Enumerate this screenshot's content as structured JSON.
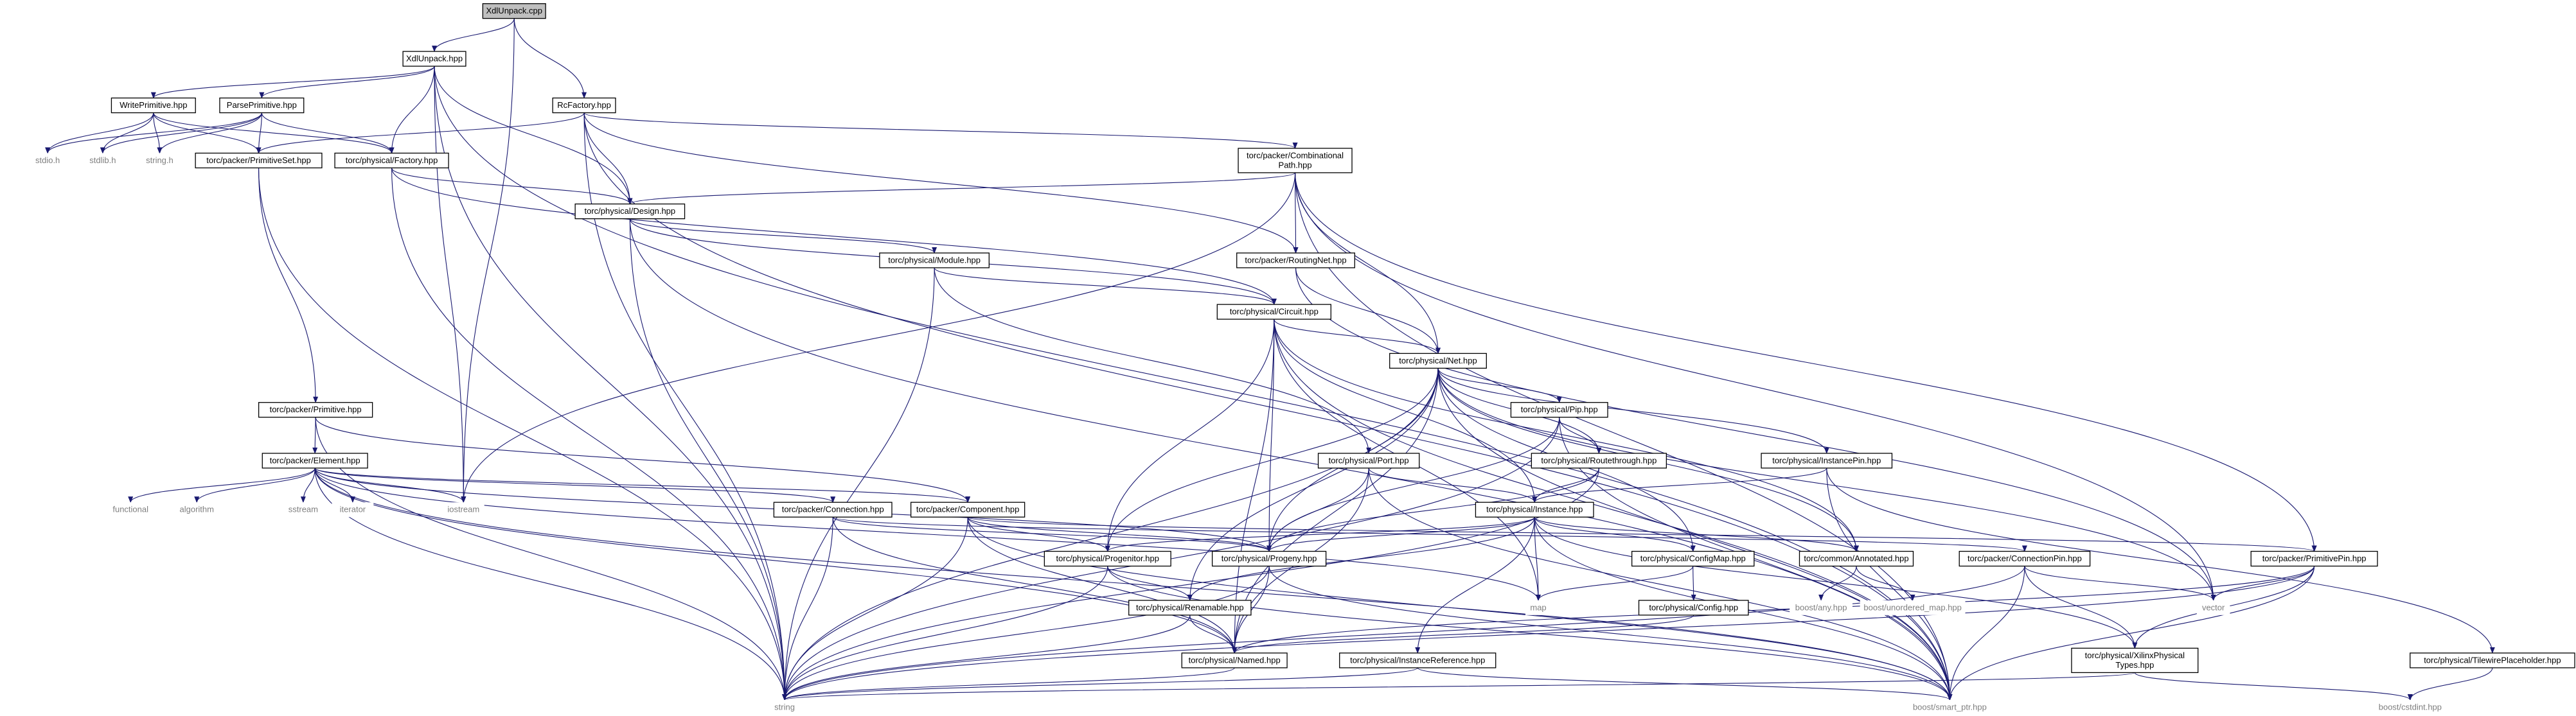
{
  "nodes": [
    {
      "id": "xdlunpack_cpp",
      "label": [
        "XdlUnpack.cpp"
      ],
      "kind": "root"
    },
    {
      "id": "xdlunpack_hpp",
      "label": [
        "XdlUnpack.hpp"
      ],
      "kind": "box"
    },
    {
      "id": "write_primitive",
      "label": [
        "WritePrimitive.hpp"
      ],
      "kind": "box"
    },
    {
      "id": "parse_primitive",
      "label": [
        "ParsePrimitive.hpp"
      ],
      "kind": "box"
    },
    {
      "id": "rc_factory",
      "label": [
        "RcFactory.hpp"
      ],
      "kind": "box"
    },
    {
      "id": "stdio",
      "label": [
        "stdio.h"
      ],
      "kind": "plain"
    },
    {
      "id": "stdlib",
      "label": [
        "stdlib.h"
      ],
      "kind": "plain"
    },
    {
      "id": "string_h",
      "label": [
        "string.h"
      ],
      "kind": "plain"
    },
    {
      "id": "primitive_set",
      "label": [
        "torc/packer/PrimitiveSet.hpp"
      ],
      "kind": "box"
    },
    {
      "id": "factory",
      "label": [
        "torc/physical/Factory.hpp"
      ],
      "kind": "box"
    },
    {
      "id": "combinational_path",
      "label": [
        "torc/packer/Combinational",
        "Path.hpp"
      ],
      "kind": "box"
    },
    {
      "id": "design",
      "label": [
        "torc/physical/Design.hpp"
      ],
      "kind": "box"
    },
    {
      "id": "module",
      "label": [
        "torc/physical/Module.hpp"
      ],
      "kind": "box"
    },
    {
      "id": "routing_net",
      "label": [
        "torc/packer/RoutingNet.hpp"
      ],
      "kind": "box"
    },
    {
      "id": "circuit",
      "label": [
        "torc/physical/Circuit.hpp"
      ],
      "kind": "box"
    },
    {
      "id": "net",
      "label": [
        "torc/physical/Net.hpp"
      ],
      "kind": "box"
    },
    {
      "id": "pip",
      "label": [
        "torc/physical/Pip.hpp"
      ],
      "kind": "box"
    },
    {
      "id": "primitive",
      "label": [
        "torc/packer/Primitive.hpp"
      ],
      "kind": "box"
    },
    {
      "id": "element",
      "label": [
        "torc/packer/Element.hpp"
      ],
      "kind": "box"
    },
    {
      "id": "routethrough",
      "label": [
        "torc/physical/Routethrough.hpp"
      ],
      "kind": "box"
    },
    {
      "id": "instance_pin",
      "label": [
        "torc/physical/InstancePin.hpp"
      ],
      "kind": "box"
    },
    {
      "id": "port",
      "label": [
        "torc/physical/Port.hpp"
      ],
      "kind": "box"
    },
    {
      "id": "instance",
      "label": [
        "torc/physical/Instance.hpp"
      ],
      "kind": "box"
    },
    {
      "id": "functional",
      "label": [
        "functional"
      ],
      "kind": "plain"
    },
    {
      "id": "algorithm",
      "label": [
        "algorithm"
      ],
      "kind": "plain"
    },
    {
      "id": "sstream",
      "label": [
        "sstream"
      ],
      "kind": "plain"
    },
    {
      "id": "iterator",
      "label": [
        "iterator"
      ],
      "kind": "plain"
    },
    {
      "id": "iostream",
      "label": [
        "iostream"
      ],
      "kind": "plain"
    },
    {
      "id": "connection",
      "label": [
        "torc/packer/Connection.hpp"
      ],
      "kind": "box"
    },
    {
      "id": "component",
      "label": [
        "torc/packer/Component.hpp"
      ],
      "kind": "box"
    },
    {
      "id": "progenitor",
      "label": [
        "torc/physical/Progenitor.hpp"
      ],
      "kind": "box"
    },
    {
      "id": "progeny",
      "label": [
        "torc/physical/Progeny.hpp"
      ],
      "kind": "box"
    },
    {
      "id": "config_map",
      "label": [
        "torc/physical/ConfigMap.hpp"
      ],
      "kind": "box"
    },
    {
      "id": "annotated",
      "label": [
        "torc/common/Annotated.hpp"
      ],
      "kind": "box"
    },
    {
      "id": "connection_pin",
      "label": [
        "torc/packer/ConnectionPin.hpp"
      ],
      "kind": "box"
    },
    {
      "id": "primitive_pin",
      "label": [
        "torc/packer/PrimitivePin.hpp"
      ],
      "kind": "box"
    },
    {
      "id": "map",
      "label": [
        "map"
      ],
      "kind": "plain"
    },
    {
      "id": "boost_any",
      "label": [
        "boost/any.hpp"
      ],
      "kind": "plain"
    },
    {
      "id": "boost_unordered_map",
      "label": [
        "boost/unordered_map.hpp"
      ],
      "kind": "plain"
    },
    {
      "id": "vector",
      "label": [
        "vector"
      ],
      "kind": "plain"
    },
    {
      "id": "renamable",
      "label": [
        "torc/physical/Renamable.hpp"
      ],
      "kind": "box"
    },
    {
      "id": "config",
      "label": [
        "torc/physical/Config.hpp"
      ],
      "kind": "box"
    },
    {
      "id": "named",
      "label": [
        "torc/physical/Named.hpp"
      ],
      "kind": "box"
    },
    {
      "id": "instance_reference",
      "label": [
        "torc/physical/InstanceReference.hpp"
      ],
      "kind": "box"
    },
    {
      "id": "xilinx_physical_types",
      "label": [
        "torc/physical/XilinxPhysical",
        "Types.hpp"
      ],
      "kind": "box"
    },
    {
      "id": "tilewire_placeholder",
      "label": [
        "torc/physical/TilewirePlaceholder.hpp"
      ],
      "kind": "box"
    },
    {
      "id": "string",
      "label": [
        "string"
      ],
      "kind": "plain"
    },
    {
      "id": "smart_ptr",
      "label": [
        "boost/smart_ptr.hpp"
      ],
      "kind": "plain"
    },
    {
      "id": "cstdint",
      "label": [
        "boost/cstdint.hpp"
      ],
      "kind": "plain"
    }
  ],
  "edges": [
    [
      "xdlunpack_cpp",
      "xdlunpack_hpp"
    ],
    [
      "xdlunpack_cpp",
      "rc_factory"
    ],
    [
      "xdlunpack_cpp",
      "iostream"
    ],
    [
      "xdlunpack_hpp",
      "write_primitive"
    ],
    [
      "xdlunpack_hpp",
      "parse_primitive"
    ],
    [
      "xdlunpack_hpp",
      "factory"
    ],
    [
      "xdlunpack_hpp",
      "design"
    ],
    [
      "xdlunpack_hpp",
      "iostream"
    ],
    [
      "xdlunpack_hpp",
      "string"
    ],
    [
      "xdlunpack_hpp",
      "smart_ptr"
    ],
    [
      "write_primitive",
      "stdio"
    ],
    [
      "write_primitive",
      "stdlib"
    ],
    [
      "write_primitive",
      "string_h"
    ],
    [
      "write_primitive",
      "primitive_set"
    ],
    [
      "write_primitive",
      "factory"
    ],
    [
      "parse_primitive",
      "stdio"
    ],
    [
      "parse_primitive",
      "stdlib"
    ],
    [
      "parse_primitive",
      "string_h"
    ],
    [
      "parse_primitive",
      "primitive_set"
    ],
    [
      "parse_primitive",
      "factory"
    ],
    [
      "rc_factory",
      "primitive_set"
    ],
    [
      "rc_factory",
      "design"
    ],
    [
      "rc_factory",
      "combinational_path"
    ],
    [
      "rc_factory",
      "routing_net"
    ],
    [
      "rc_factory",
      "string"
    ],
    [
      "rc_factory",
      "smart_ptr"
    ],
    [
      "primitive_set",
      "primitive"
    ],
    [
      "primitive_set",
      "string"
    ],
    [
      "factory",
      "design"
    ],
    [
      "factory",
      "circuit"
    ],
    [
      "factory",
      "string"
    ],
    [
      "combinational_path",
      "design"
    ],
    [
      "combinational_path",
      "routing_net"
    ],
    [
      "combinational_path",
      "net"
    ],
    [
      "combinational_path",
      "primitive_pin"
    ],
    [
      "combinational_path",
      "iostream"
    ],
    [
      "combinational_path",
      "vector"
    ],
    [
      "combinational_path",
      "smart_ptr"
    ],
    [
      "design",
      "module"
    ],
    [
      "design",
      "circuit"
    ],
    [
      "design",
      "smart_ptr"
    ],
    [
      "design",
      "string"
    ],
    [
      "module",
      "circuit"
    ],
    [
      "module",
      "port"
    ],
    [
      "module",
      "string"
    ],
    [
      "routing_net",
      "net"
    ],
    [
      "routing_net",
      "vector"
    ],
    [
      "circuit",
      "net"
    ],
    [
      "circuit",
      "instance"
    ],
    [
      "circuit",
      "progeny"
    ],
    [
      "circuit",
      "progenitor"
    ],
    [
      "circuit",
      "named"
    ],
    [
      "circuit",
      "annotated"
    ],
    [
      "circuit",
      "map"
    ],
    [
      "circuit",
      "smart_ptr"
    ],
    [
      "net",
      "pip"
    ],
    [
      "net",
      "routethrough"
    ],
    [
      "net",
      "instance_pin"
    ],
    [
      "net",
      "progeny"
    ],
    [
      "net",
      "progenitor"
    ],
    [
      "net",
      "renamable"
    ],
    [
      "net",
      "config_map"
    ],
    [
      "net",
      "named"
    ],
    [
      "net",
      "annotated"
    ],
    [
      "net",
      "string"
    ],
    [
      "net",
      "vector"
    ],
    [
      "net",
      "smart_ptr"
    ],
    [
      "pip",
      "routethrough"
    ],
    [
      "pip",
      "progeny"
    ],
    [
      "pip",
      "string"
    ],
    [
      "pip",
      "smart_ptr"
    ],
    [
      "routethrough",
      "instance"
    ],
    [
      "routethrough",
      "progeny"
    ],
    [
      "routethrough",
      "string"
    ],
    [
      "instance_pin",
      "instance"
    ],
    [
      "instance_pin",
      "tilewire_placeholder"
    ],
    [
      "instance_pin",
      "smart_ptr"
    ],
    [
      "port",
      "instance"
    ],
    [
      "port",
      "progeny"
    ],
    [
      "port",
      "named"
    ],
    [
      "port",
      "smart_ptr"
    ],
    [
      "instance",
      "progeny"
    ],
    [
      "instance",
      "progenitor"
    ],
    [
      "instance",
      "renamable"
    ],
    [
      "instance",
      "config_map"
    ],
    [
      "instance",
      "annotated"
    ],
    [
      "instance",
      "instance_reference"
    ],
    [
      "instance",
      "xilinx_physical_types"
    ],
    [
      "instance",
      "map"
    ],
    [
      "instance",
      "smart_ptr"
    ],
    [
      "primitive",
      "element"
    ],
    [
      "primitive",
      "component"
    ],
    [
      "primitive",
      "string"
    ],
    [
      "element",
      "functional"
    ],
    [
      "element",
      "algorithm"
    ],
    [
      "element",
      "sstream"
    ],
    [
      "element",
      "iterator"
    ],
    [
      "element",
      "iostream"
    ],
    [
      "element",
      "connection"
    ],
    [
      "element",
      "component"
    ],
    [
      "element",
      "progeny"
    ],
    [
      "element",
      "string"
    ],
    [
      "element",
      "map"
    ],
    [
      "element",
      "named"
    ],
    [
      "element",
      "smart_ptr"
    ],
    [
      "connection",
      "connection_pin"
    ],
    [
      "connection",
      "progeny"
    ],
    [
      "connection",
      "named"
    ],
    [
      "connection",
      "string"
    ],
    [
      "component",
      "progeny"
    ],
    [
      "component",
      "progenitor"
    ],
    [
      "component",
      "primitive_pin"
    ],
    [
      "component",
      "named"
    ],
    [
      "component",
      "string"
    ],
    [
      "component",
      "smart_ptr"
    ],
    [
      "progenitor",
      "renamable"
    ],
    [
      "progenitor",
      "string"
    ],
    [
      "progenitor",
      "smart_ptr"
    ],
    [
      "progeny",
      "named"
    ],
    [
      "progeny",
      "string"
    ],
    [
      "progeny",
      "smart_ptr"
    ],
    [
      "config_map",
      "config"
    ],
    [
      "config_map",
      "map"
    ],
    [
      "annotated",
      "boost_any"
    ],
    [
      "annotated",
      "boost_unordered_map"
    ],
    [
      "connection_pin",
      "xilinx_physical_types"
    ],
    [
      "connection_pin",
      "vector"
    ],
    [
      "connection_pin",
      "string"
    ],
    [
      "connection_pin",
      "smart_ptr"
    ],
    [
      "primitive_pin",
      "named"
    ],
    [
      "primitive_pin",
      "xilinx_physical_types"
    ],
    [
      "primitive_pin",
      "vector"
    ],
    [
      "primitive_pin",
      "string"
    ],
    [
      "primitive_pin",
      "smart_ptr"
    ],
    [
      "renamable",
      "named"
    ],
    [
      "renamable",
      "string"
    ],
    [
      "config",
      "named"
    ],
    [
      "named",
      "string"
    ],
    [
      "instance_reference",
      "string"
    ],
    [
      "instance_reference",
      "smart_ptr"
    ],
    [
      "xilinx_physical_types",
      "cstdint"
    ],
    [
      "xilinx_physical_types",
      "string"
    ],
    [
      "tilewire_placeholder",
      "cstdint"
    ]
  ]
}
